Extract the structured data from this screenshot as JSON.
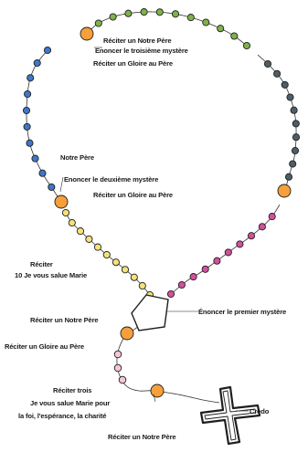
{
  "colors": {
    "orange": "#f5a03a",
    "blue": "#3f77c6",
    "green": "#7fb24a",
    "slate": "#4f5e66",
    "yellow": "#f4e27a",
    "pink": "#d44f9c",
    "light_pink": "#f3c6d8",
    "outline": "#1f1f1f"
  },
  "labels": {
    "top_our_father": "Réciter un Notre Père",
    "third_mystery": "Enoncer le troisième mystère",
    "top_glory": "Réciter un Gloire au Père",
    "mid_our_father": "Notre Père",
    "second_mystery": "Enoncer le deuxième mystère",
    "mid_glory": "Réciter un Gloire au Père",
    "recite": "Réciter",
    "ten_hail_mary": "10 Je vous salue Marie",
    "first_mystery": "Énoncer le premier mystère",
    "lower_our_father": "Réciter un Notre Père",
    "lower_glory": "Réciter un Gloire au Père",
    "recite_three": "Réciter trois",
    "three_hail_mary_1": "Je vous salue Marie pour",
    "three_hail_mary_2": "la foi, l'espérance, la charité",
    "credo": "Credo",
    "bottom_our_father": "Réciter un Notre Père"
  }
}
